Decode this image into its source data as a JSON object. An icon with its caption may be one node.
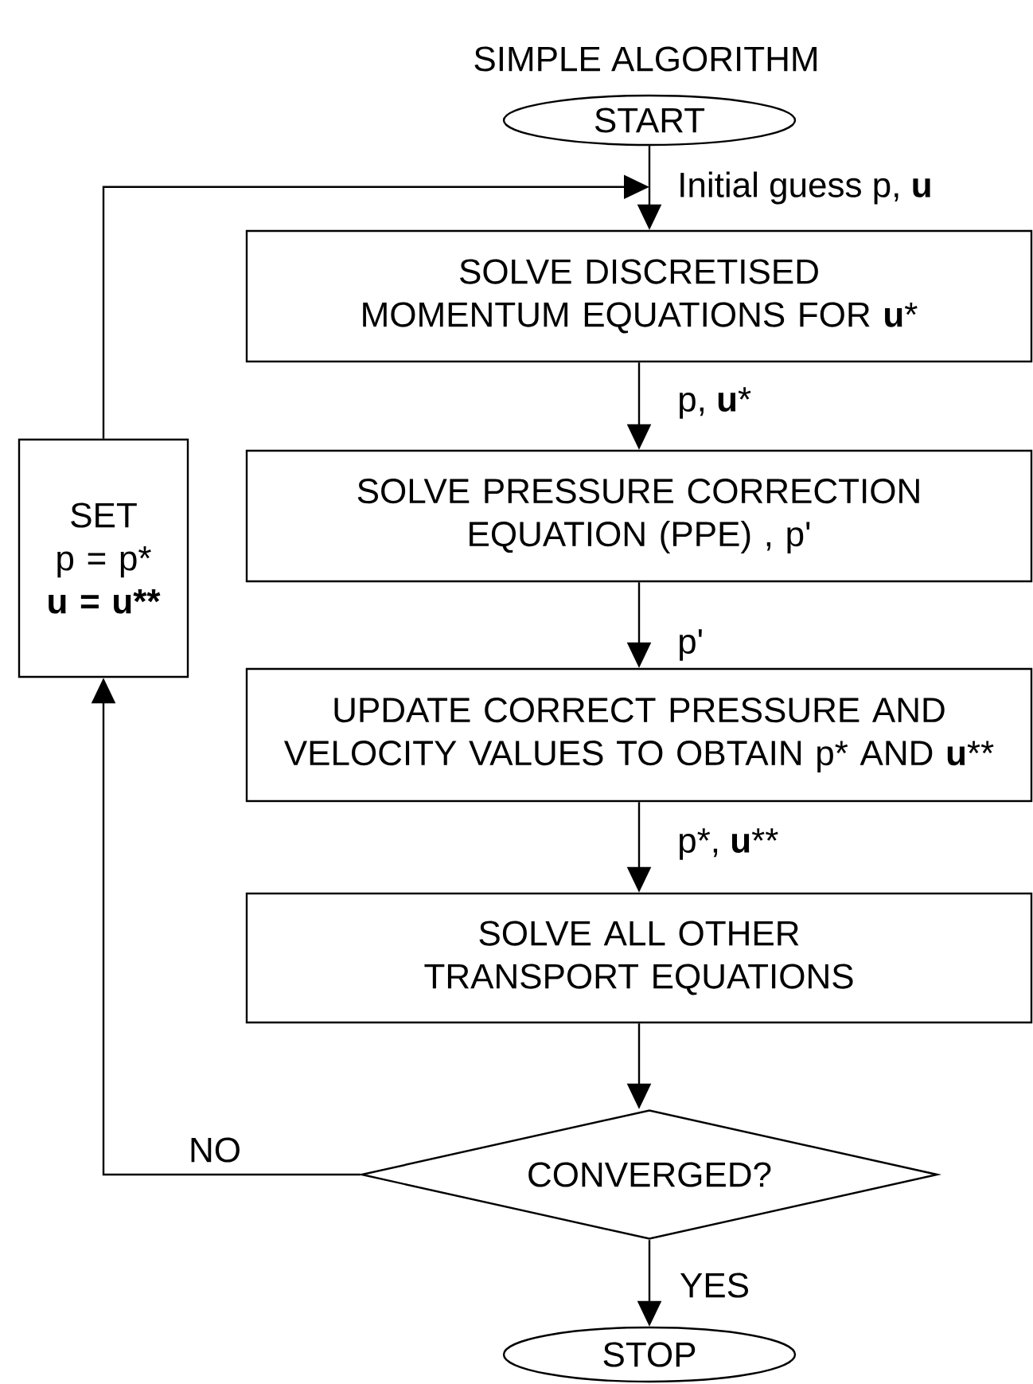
{
  "diagram": {
    "title": "SIMPLE ALGORITHM",
    "nodes": [
      {
        "text": [
          "START"
        ]
      },
      {
        "text": [
          "SOLVE DISCRETISED MOMENTUM EQUATIONS FOR **u***"
        ]
      },
      {
        "text": [
          "SOLVE PRESSURE CORRECTION EQUATION (PPE) , p'"
        ]
      },
      {
        "text": [
          "SET",
          "p = p*",
          "u = u**"
        ]
      },
      {
        "text": [
          "UPDATE CORRECT PRESSURE AND VELOCITY VALUES TO OBTAIN p* AND **u****"
        ]
      },
      {
        "text": [
          "SOLVE ALL OTHER TRANSPORT EQUATIONS"
        ]
      },
      {
        "text": [
          "CONVERGED?"
        ]
      },
      {
        "text": [
          "STOP"
        ]
      }
    ],
    "edges": [
      {
        "from": 0,
        "to": 1,
        "arrow": "to",
        "label": "Initial guess p, **u**"
      },
      {
        "from": 1,
        "to": 2,
        "arrow": "to",
        "label": "p, **u***"
      },
      {
        "from": 2,
        "to": 4,
        "arrow": "to",
        "label": "p'"
      },
      {
        "from": 4,
        "to": 5,
        "arrow": "to",
        "label": "p*, **u****"
      },
      {
        "from": 5,
        "to": 6,
        "arrow": "to"
      },
      {
        "from": 6,
        "to": 3,
        "arrow": "to",
        "label": "NO"
      },
      {
        "from": 3,
        "to": 1,
        "arrow": "to"
      },
      {
        "from": 6,
        "to": 7,
        "arrow": "to",
        "label": "YES"
      }
    ]
  }
}
